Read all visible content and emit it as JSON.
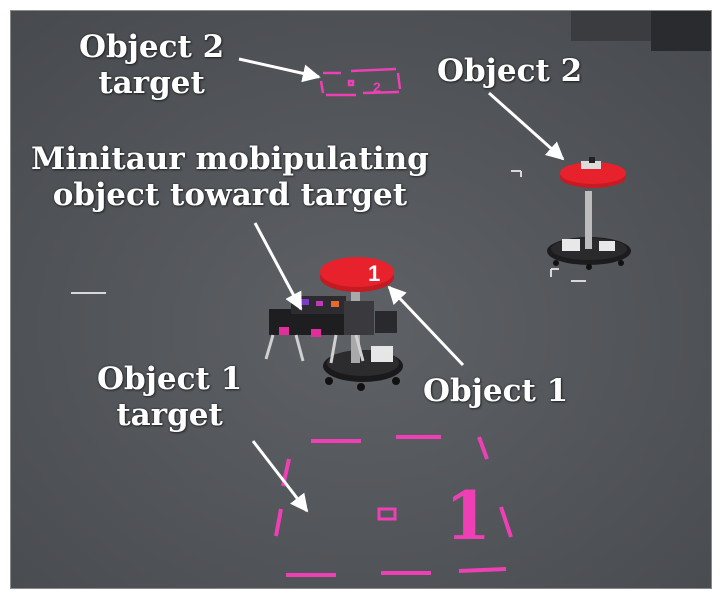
{
  "annotations": {
    "object2_target": [
      "Object 2",
      "target"
    ],
    "object2": "Object 2",
    "minitaur": [
      "Minitaur mobipulating",
      "object toward target"
    ],
    "object1": "Object 1",
    "object1_target": [
      "Object 1",
      "target"
    ]
  },
  "floor_marks": {
    "target2_digit": "2",
    "stool1_digit": "1",
    "target1_digit": "1"
  },
  "colors": {
    "floor": "#55585c",
    "tape": "#ee3fb4",
    "stool_seat": "#e8222c",
    "label_text": "#ffffff"
  }
}
